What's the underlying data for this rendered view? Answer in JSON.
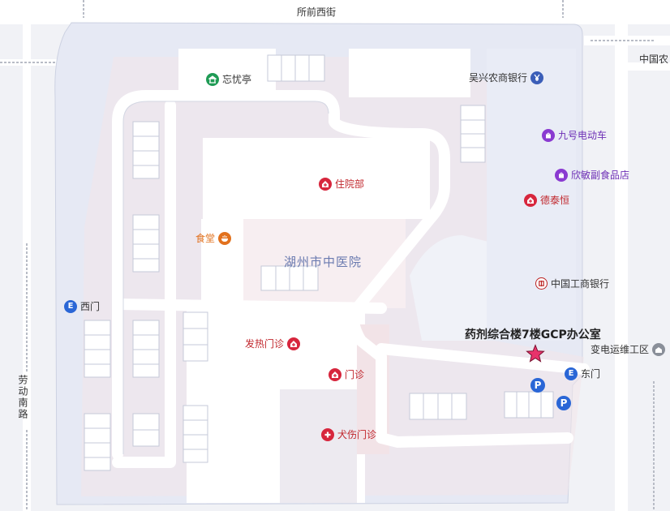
{
  "roads": {
    "north": "所前西街",
    "west": "劳动南路",
    "top_right": "中国农"
  },
  "hospital": {
    "name": "湖州市中医院"
  },
  "pois": [
    {
      "id": "wangyouting",
      "label": "忘忧亭",
      "color": "#1f9b55",
      "icon": "pavilion-icon"
    },
    {
      "id": "wuxing-bank",
      "label": "吴兴农商银行",
      "color": "#3b5eb8",
      "icon": "yen-icon"
    },
    {
      "id": "jiuhao",
      "label": "九号电动车",
      "color": "#8a3ad1",
      "icon": "shop-bag-icon"
    },
    {
      "id": "xinmin",
      "label": "欣敏副食品店",
      "color": "#8a3ad1",
      "icon": "shop-bag-icon"
    },
    {
      "id": "detaiheng",
      "label": "德泰恒",
      "color": "#d7263d",
      "icon": "medical-icon"
    },
    {
      "id": "zhuyuanbu",
      "label": "住院部",
      "color": "#d7263d",
      "icon": "medical-icon"
    },
    {
      "id": "shitang",
      "label": "食堂",
      "color": "#e2711d",
      "icon": "food-icon"
    },
    {
      "id": "icbc",
      "label": "中国工商银行",
      "color": "#6a6a6a",
      "icon": "icbc-icon"
    },
    {
      "id": "fare",
      "label": "发热门诊",
      "color": "#d7263d",
      "icon": "medical-icon"
    },
    {
      "id": "menzhen",
      "label": "门诊",
      "color": "#d7263d",
      "icon": "medical-icon"
    },
    {
      "id": "quanshang",
      "label": "犬伤门诊",
      "color": "#d7263d",
      "icon": "cross-icon"
    },
    {
      "id": "biandian",
      "label": "变电运维工区",
      "color": "#6a6a6a",
      "icon": "building-icon"
    }
  ],
  "entrances": {
    "west": "西门",
    "east": "东门",
    "letter": "E"
  },
  "parking_letter": "P",
  "target": {
    "label": "药剂综合楼7楼GCP办公室",
    "marker_color": "#e8336b",
    "icon": "star-icon"
  }
}
